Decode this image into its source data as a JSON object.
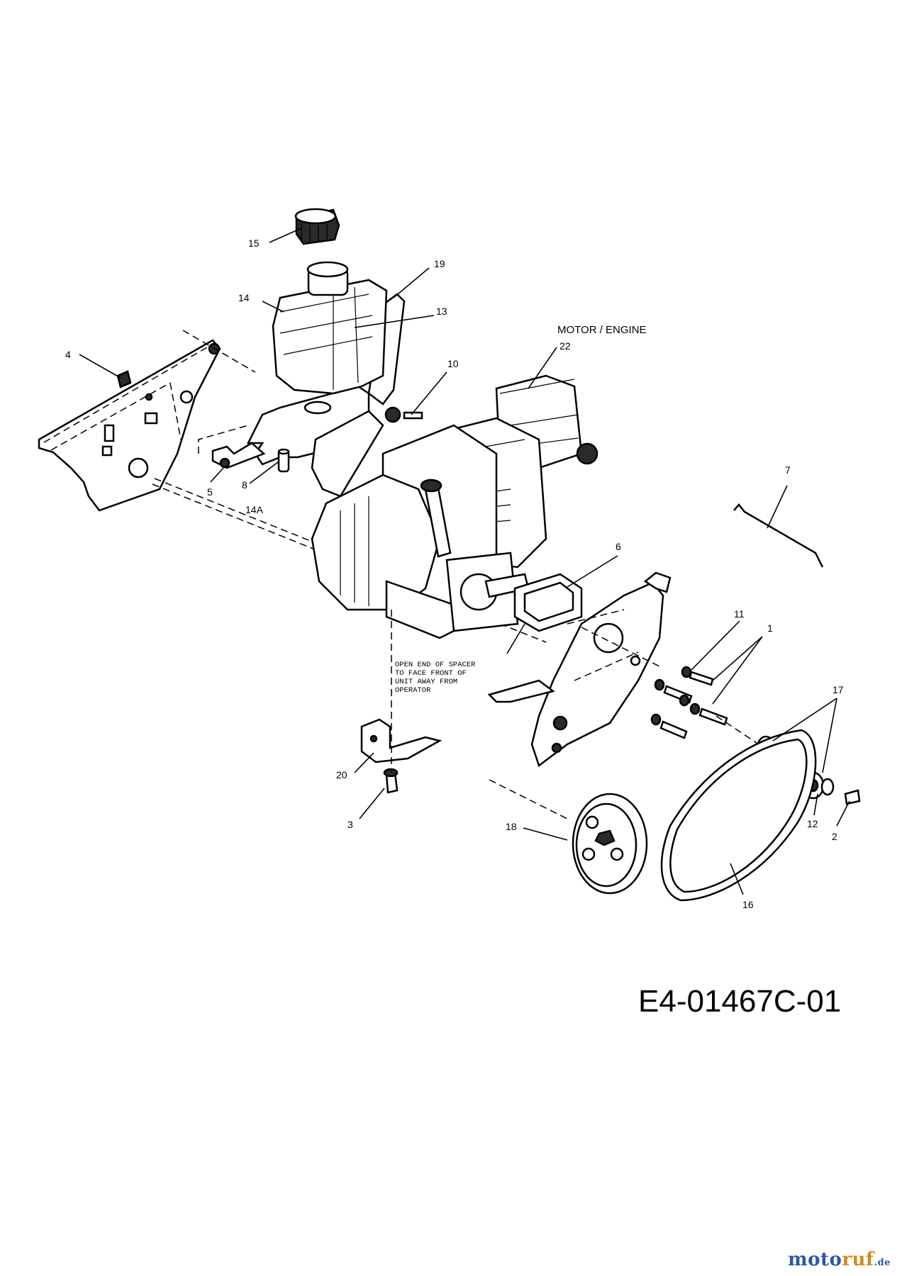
{
  "labels": {
    "p1": "1",
    "p2": "2",
    "p3": "3",
    "p4": "4",
    "p5": "5",
    "p6": "6",
    "p7": "7",
    "p8": "8",
    "p10": "10",
    "p11": "11",
    "p12": "12",
    "p13": "13",
    "p14": "14",
    "p14a": "14A",
    "p15": "15",
    "p16": "16",
    "p17": "17",
    "p18": "18",
    "p19": "19",
    "p20": "20",
    "p22": "22"
  },
  "engine_caption": "MOTOR / ENGINE",
  "spacer_note": [
    "OPEN END OF SPACER",
    "TO FACE FRONT OF",
    "UNIT AWAY FROM",
    "OPERATOR"
  ],
  "diagram_code": "E4-01467C-01",
  "brand": {
    "part1": "moto",
    "part2": "ruf",
    "suffix": ".de"
  }
}
